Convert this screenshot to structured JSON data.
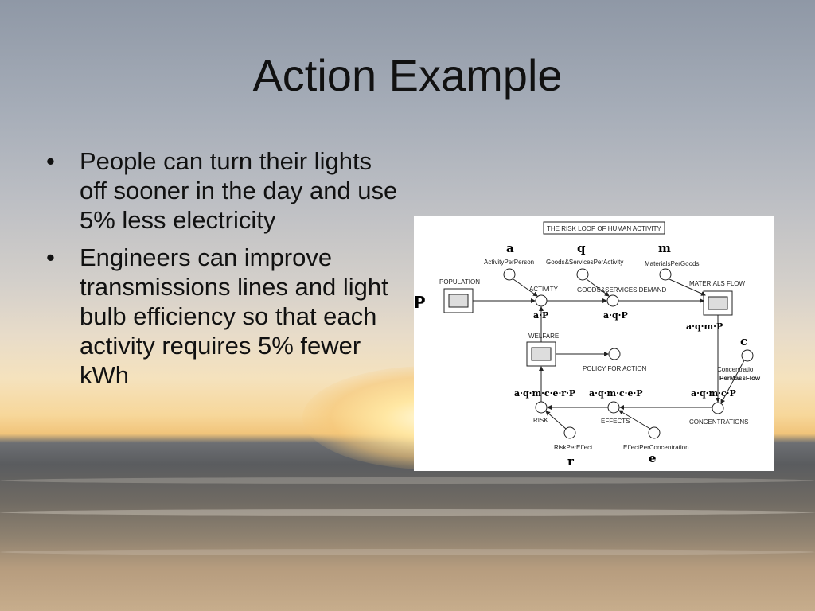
{
  "slide": {
    "title": "Action Example",
    "bullets": [
      "People can turn their lights off sooner in the day and use 5% less electricity",
      "Engineers can improve transmissions lines and light bulb efficiency so that each activity requires 5% fewer kWh"
    ],
    "bullet_symbol": "•"
  },
  "diagram": {
    "title": "THE RISK LOOP OF HUMAN ACTIVITY",
    "nodes": {
      "activity_per_person": "ActivityPerPerson",
      "goods_per_activity": "Goods&ServicesPerActivity",
      "materials_per_goods": "MaterialsPerGoods",
      "population": "POPULATION",
      "activity": "ACTIVITY",
      "goods_demand": "GOODS&SERVICES DEMAND",
      "materials_flow": "MATERIALS FLOW",
      "welfare": "WELFARE",
      "policy": "POLICY FOR ACTION",
      "concentration": "Concentratio",
      "risk": "RISK",
      "effects": "EFFECTS",
      "concentrations": "CONCENTRATIONS",
      "risk_per_effect": "RiskPerEffect",
      "effect_per_concentration": "EffectPerConcentration"
    },
    "handwriting": {
      "a": "a",
      "q": "q",
      "m": "m",
      "p": "P",
      "c": "c",
      "r": "r",
      "e": "e",
      "aP": "a·P",
      "aqP": "a·q·P",
      "aqmP": "a·q·m·P",
      "per_mass_flow": "PerMassFlow",
      "aqmcP": "a·q·m·c·P",
      "aqmceP": "a·q·m·c·e·P",
      "aqmcerP": "a·q·m·c·e·r·P"
    }
  }
}
